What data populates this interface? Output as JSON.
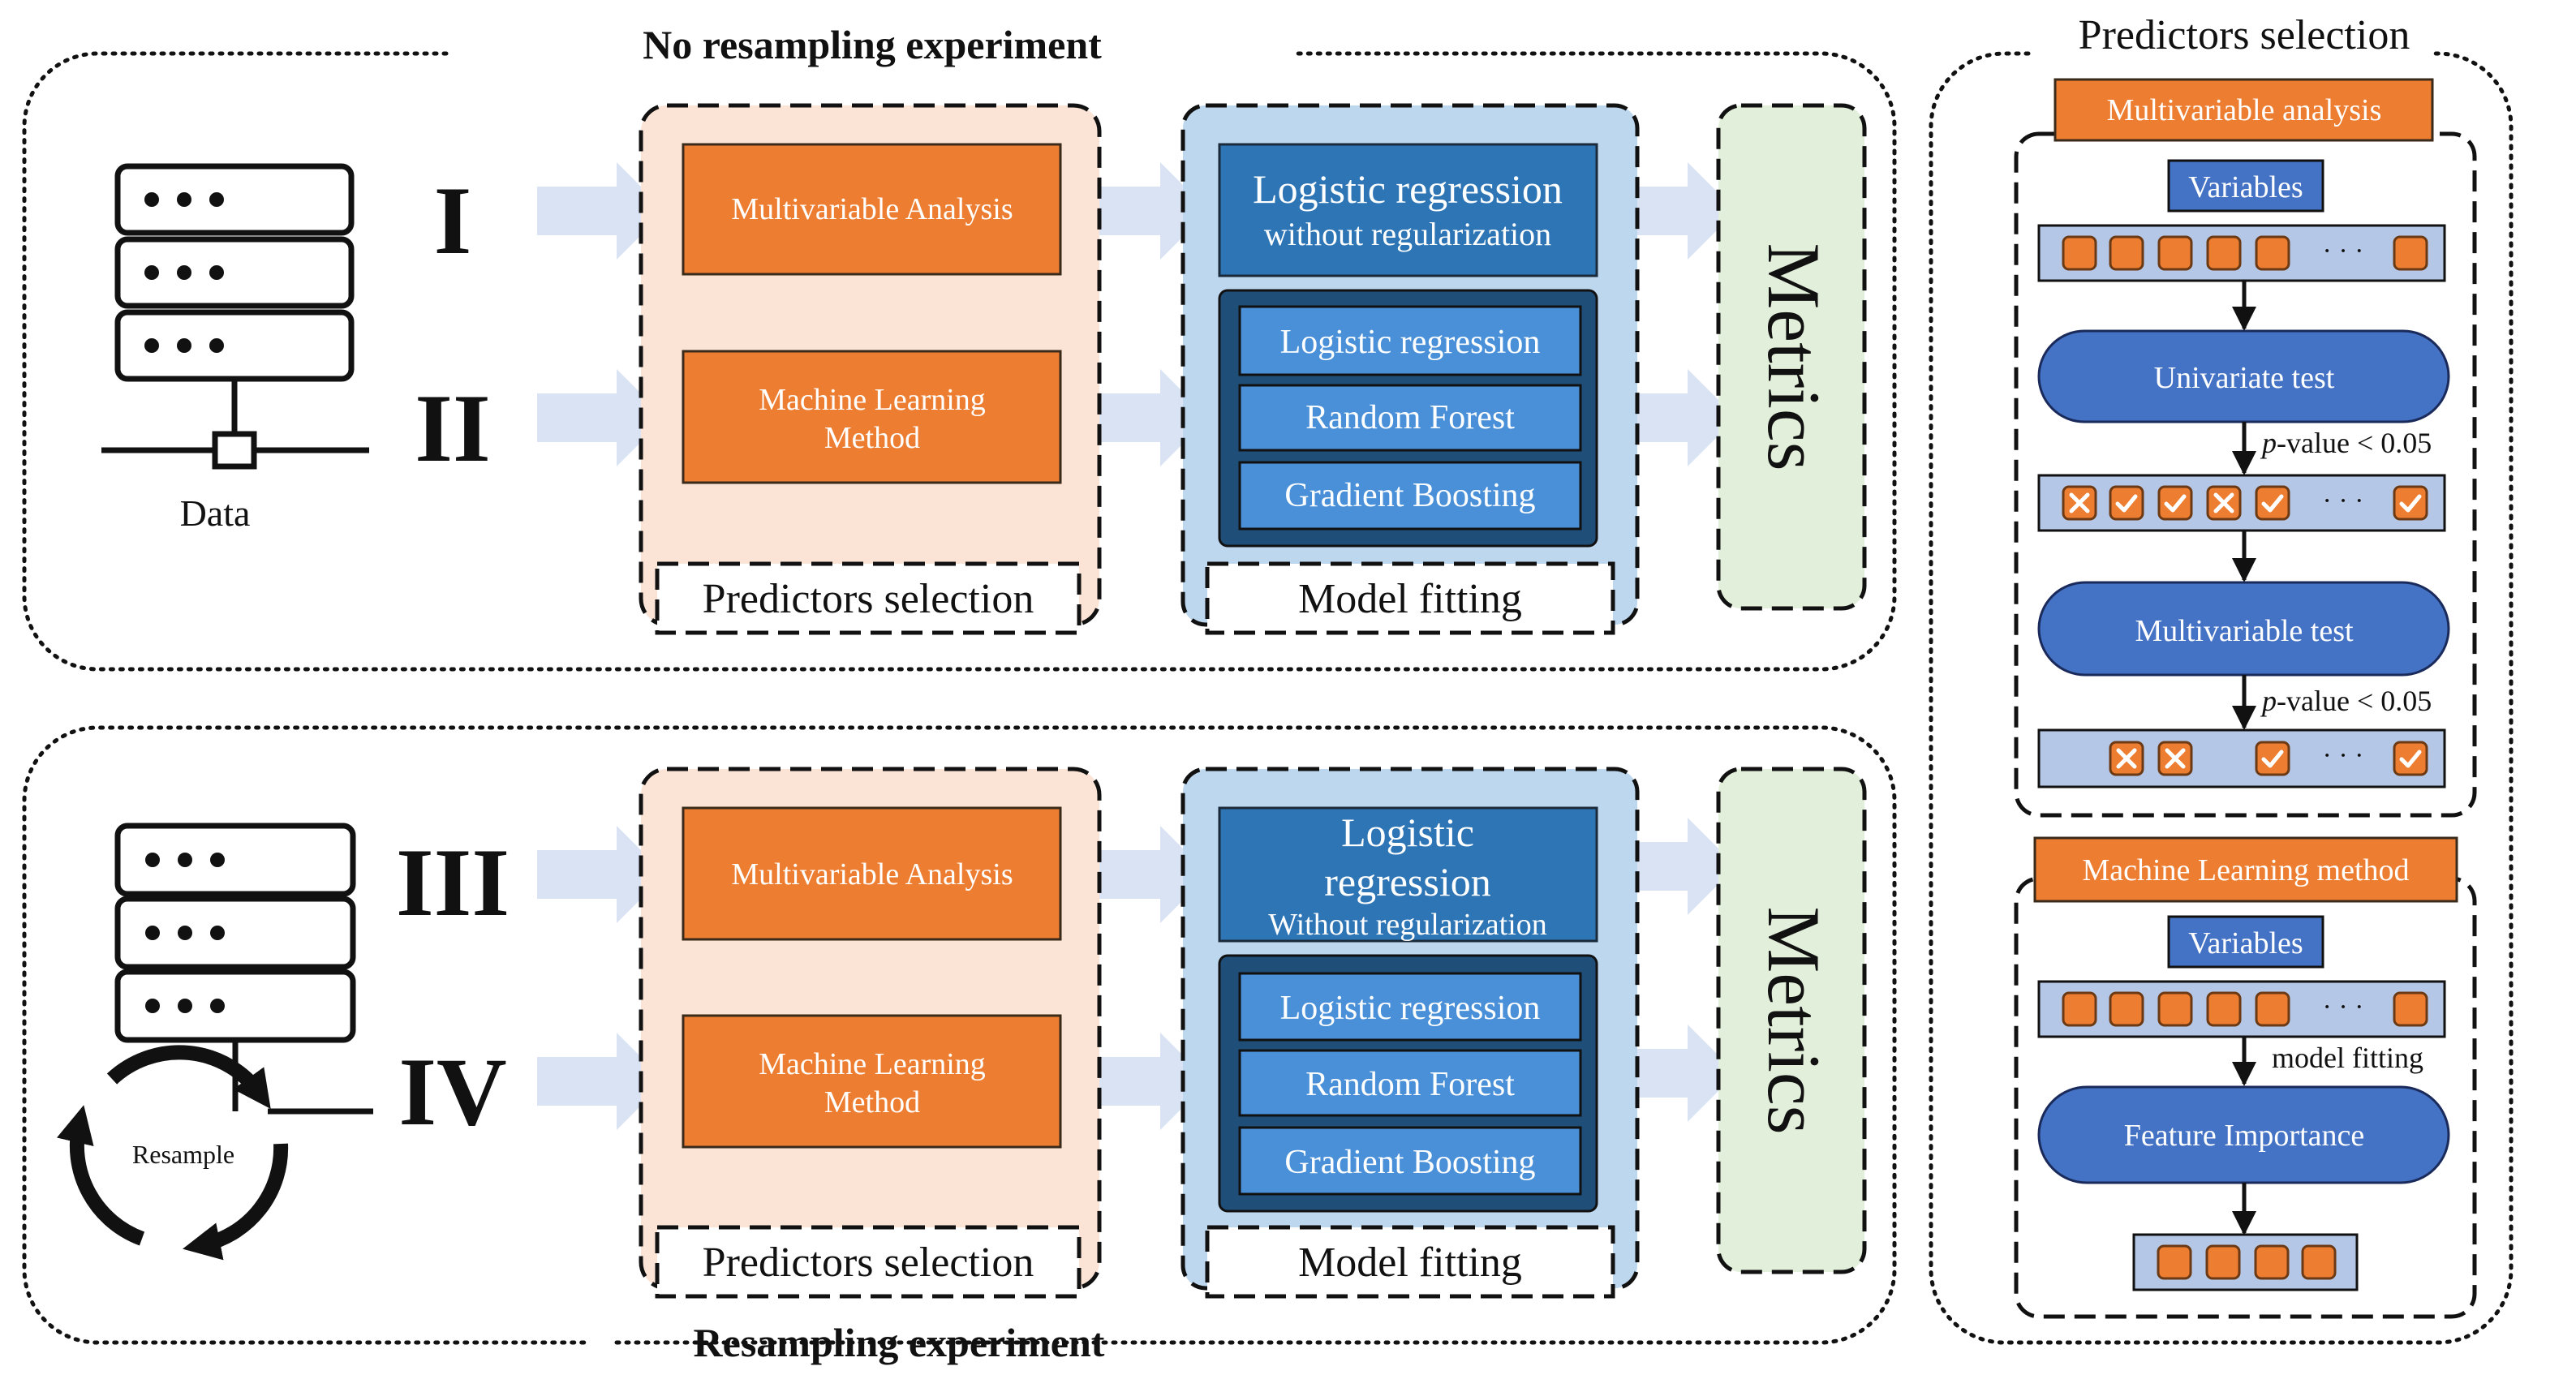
{
  "top_section": {
    "title": "No resampling experiment",
    "roman_1": "I",
    "roman_2": "II",
    "data_label": "Data",
    "ps_box_1": "Multivariable Analysis",
    "ps_box_2_line1": "Machine Learning",
    "ps_box_2_line2": "Method",
    "ps_label": "Predictors selection",
    "lr_title": "Logistic regression",
    "lr_sub": "without regularization",
    "mf_item_1": "Logistic regression",
    "mf_item_2": "Random Forest",
    "mf_item_3": "Gradient Boosting",
    "mf_label": "Model fitting",
    "metrics": "Metrics"
  },
  "bottom_section": {
    "title": "Resampling experiment",
    "roman_3": "III",
    "roman_4": "IV",
    "resample_label": "Resample",
    "ps_box_1": "Multivariable Analysis",
    "ps_box_2_line1": "Machine Learning",
    "ps_box_2_line2": "Method",
    "ps_label": "Predictors selection",
    "lr_title_line1": "Logistic",
    "lr_title_line2": "regression",
    "lr_sub": "Without regularization",
    "mf_item_1": "Logistic regression",
    "mf_item_2": "Random Forest",
    "mf_item_3": "Gradient Boosting",
    "mf_label": "Model fitting",
    "metrics": "Metrics"
  },
  "right_panel": {
    "title": "Predictors selection",
    "multi_header": "Multivariable analysis",
    "multi_variables": "Variables",
    "ellipsis": "· · ·",
    "univariate": "Univariate test",
    "pvalue_prefix": "p",
    "pvalue_suffix": "-value < 0.05",
    "multivariable_test": "Multivariable test",
    "ml_header": "Machine Learning method",
    "ml_variables": "Variables",
    "model_fitting": "model fitting",
    "feature_importance": "Feature Importance"
  },
  "colors": {
    "orange": "#ed7d31",
    "peach": "#fbe4d6",
    "light_blue": "#bdd7ee",
    "mid_blue": "#2e75b6",
    "dark_blue": "#1f4e79",
    "item_blue": "#4a90d9",
    "pill_blue": "#4472c4",
    "green": "#e2efda",
    "arrow": "#dae3f3",
    "var_strip": "#b4c7e7"
  }
}
